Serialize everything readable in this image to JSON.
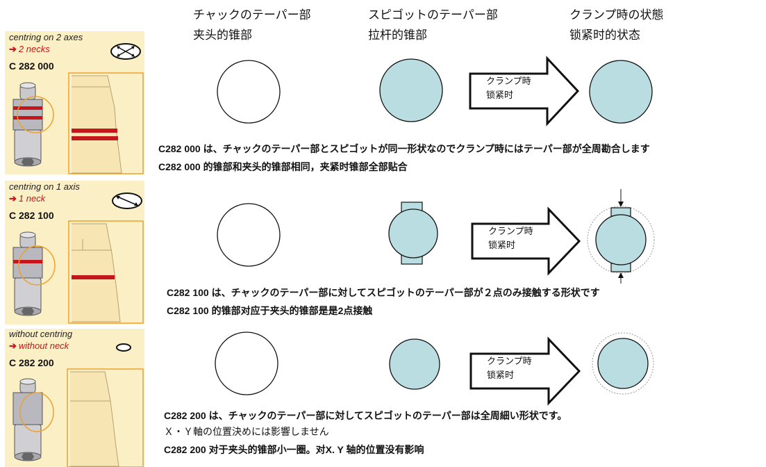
{
  "headers": [
    {
      "ja": "チャックのテーパー部",
      "zh": "夹头的锥部"
    },
    {
      "ja": "スピゴットのテーパー部",
      "zh": "拉杆的锥部"
    },
    {
      "ja": "クランプ時の状態",
      "zh": "锁紧时的状态"
    }
  ],
  "arrow_label": {
    "ja": "クランプ時",
    "zh": "锁紧时"
  },
  "rows": [
    {
      "mode": "centring on 2 axes",
      "neck": "2 necks",
      "code": "C 282 000",
      "desc_ja": "C282 000 は、チャックのテーパー部とスピゴットが同一形状なのでクランプ時にはテーパー部が全周勘合します",
      "desc_zh": "C282 000 的锥部和夹头的锥部相同，夹紧时锥部全部贴合"
    },
    {
      "mode": "centring on 1 axis",
      "neck": "1 neck",
      "code": "C 282 100",
      "desc_ja": "C282 100 は、チャックのテーパー部に対してスピゴットのテーパー部が２点のみ接触する形状です",
      "desc_zh": "C282 100 的锥部对应于夹头的锥部是是2点接触"
    },
    {
      "mode": "without centring",
      "neck": "without neck",
      "code": "C 282 200",
      "desc_ja": "C282 200 は、チャックのテーパー部に対してスピゴットのテーパー部は全周細い形状です。",
      "desc_ja2": "Ｘ・Ｙ軸の位置決めには影響しません",
      "desc_zh": "C282 200 对于夹头的锥部小一圈。对X. Y 轴的位置没有影响"
    }
  ],
  "colors": {
    "panel_bg": "#fbefc5",
    "spigot_fill": "#b9dde0",
    "neck_red": "#c4161c",
    "outline_orange": "#f0a030"
  }
}
